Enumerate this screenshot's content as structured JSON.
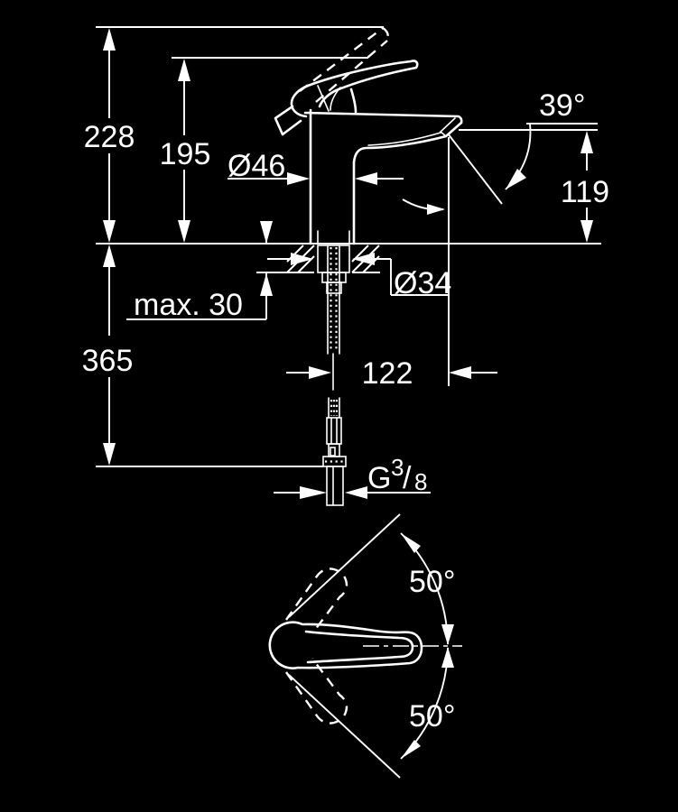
{
  "colors": {
    "background": "#000000",
    "line": "#ffffff"
  },
  "side_view": {
    "dim_total_height": "228",
    "dim_handle_height": "195",
    "dim_body_diameter": "Ø46",
    "dim_spout_angle": "39°",
    "dim_outlet_height": "119",
    "dim_max_mounting_thickness": "max. 30",
    "dim_mounting_hole_diameter": "Ø34",
    "dim_below_deck_length": "365",
    "dim_spout_projection": "122",
    "thread_label": {
      "prefix": "G",
      "numerator": "3",
      "slash": "/",
      "denominator": "8"
    }
  },
  "top_view": {
    "dim_swing_angle_upper": "50°",
    "dim_swing_angle_lower": "50°"
  }
}
